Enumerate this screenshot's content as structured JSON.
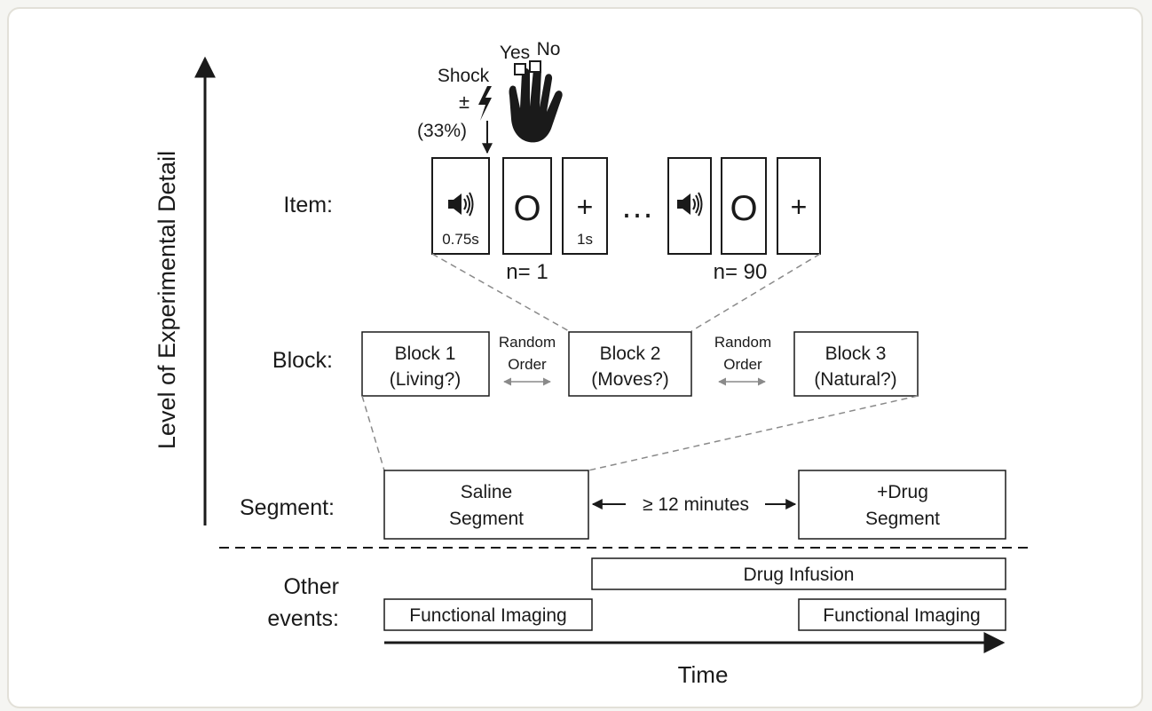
{
  "y_axis_label": "Level of Experimental Detail",
  "x_axis_label": "Time",
  "rows": {
    "item": "Item:",
    "block": "Block:",
    "segment": "Segment:",
    "other_line1": "Other",
    "other_line2": "events:"
  },
  "response": {
    "yes": "Yes",
    "no": "No"
  },
  "shock": {
    "label": "Shock",
    "sign": "±",
    "prob": "(33%)"
  },
  "item": {
    "speaker_duration": "0.75s",
    "target_letter": "O",
    "fixation": "+",
    "fixation_duration": "1s",
    "ellipsis": "…",
    "first_index": "n= 1",
    "last_index": "n= 90"
  },
  "blocks": {
    "block1_line1": "Block 1",
    "block1_line2": "(Living?)",
    "block2_line1": "Block 2",
    "block2_line2": "(Moves?)",
    "block3_line1": "Block 3",
    "block3_line2": "(Natural?)",
    "random_line1": "Random",
    "random_line2": "Order"
  },
  "segments": {
    "saline_line1": "Saline",
    "saline_line2": "Segment",
    "drug_line1": "+Drug",
    "drug_line2": "Segment",
    "interval": "≥ 12 minutes"
  },
  "events": {
    "infusion": "Drug Infusion",
    "imaging_left": "Functional Imaging",
    "imaging_right": "Functional Imaging"
  },
  "colors": {
    "stroke": "#1a1a1a",
    "gray": "#8a8a8a",
    "frame_border": "#e2e0d8"
  }
}
